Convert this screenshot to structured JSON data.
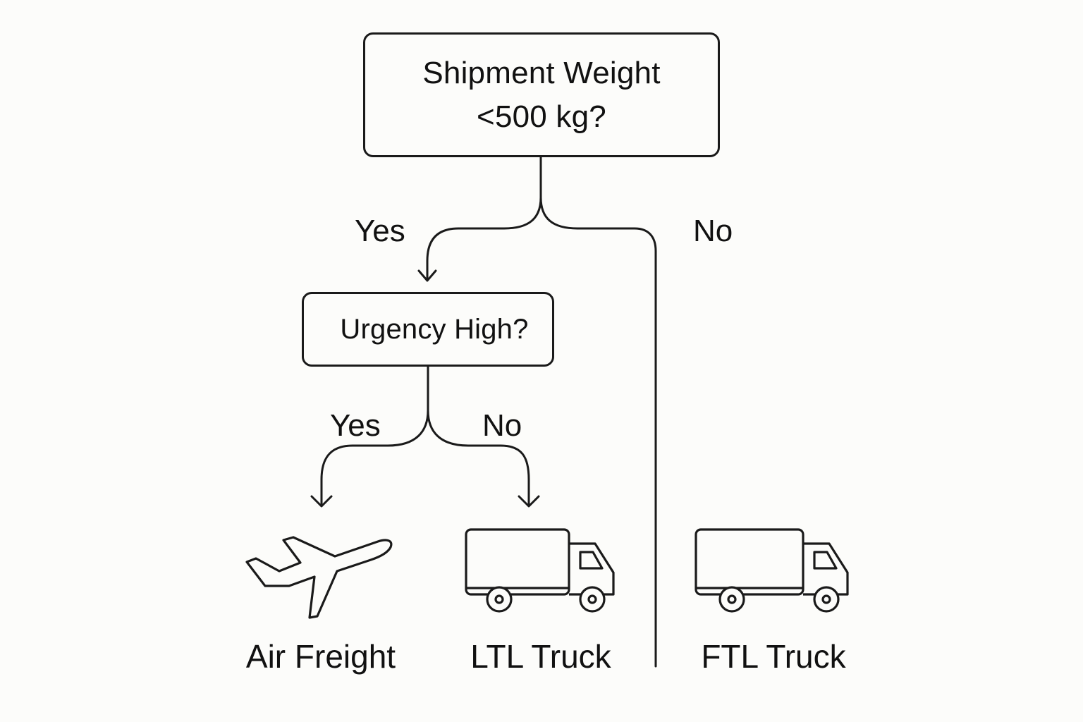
{
  "diagram": {
    "root_question": {
      "line1": "Shipment Weight",
      "line2": "<500 kg?"
    },
    "root_yes_label": "Yes",
    "root_no_label": "No",
    "urgency_question": "Urgency High?",
    "urgency_yes_label": "Yes",
    "urgency_no_label": "No",
    "outcomes": {
      "air": {
        "label": "Air Freight",
        "icon": "airplane-icon"
      },
      "ltl": {
        "label": "LTL Truck",
        "icon": "truck-icon"
      },
      "ftl": {
        "label": "FTL Truck",
        "icon": "truck-icon"
      }
    }
  }
}
